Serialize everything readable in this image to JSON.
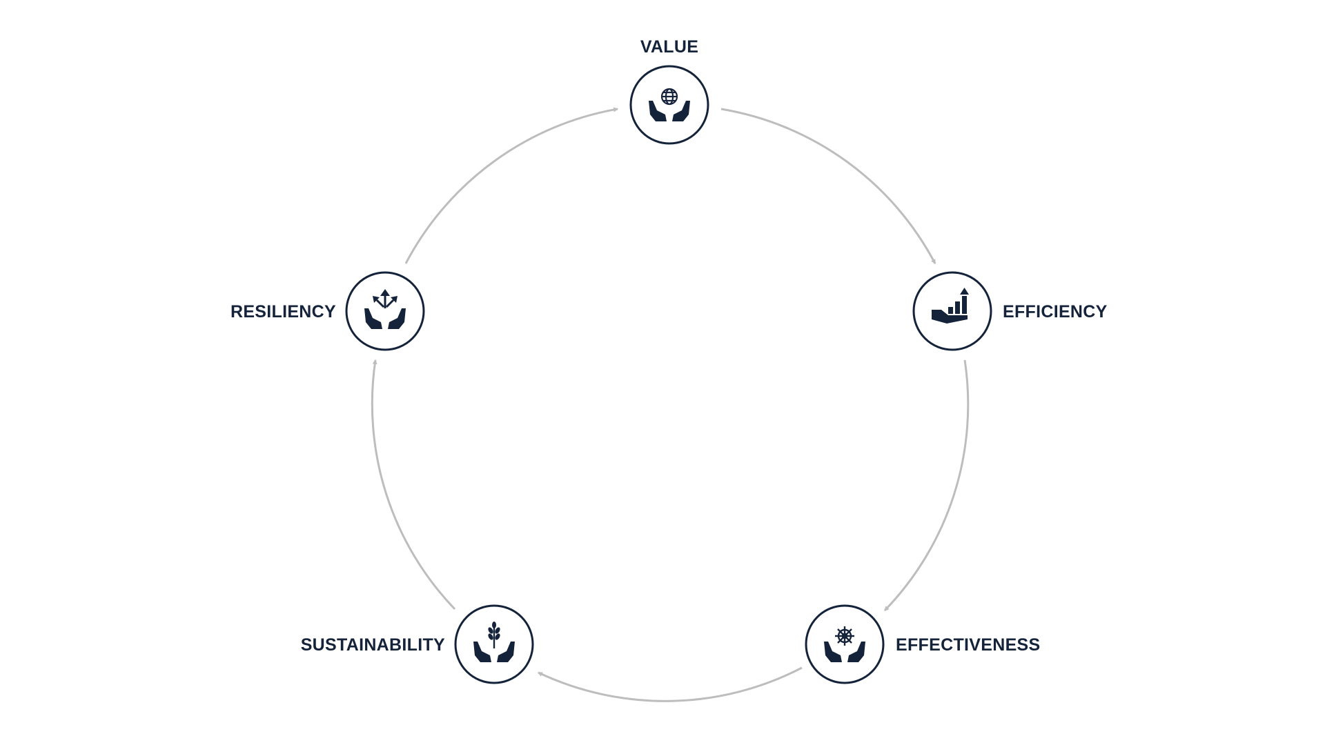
{
  "diagram": {
    "type": "cycle",
    "nodes": [
      {
        "id": "value",
        "label": "VALUE",
        "icon": "hands-globe-icon"
      },
      {
        "id": "efficiency",
        "label": "EFFICIENCY",
        "icon": "hand-growth-chart-icon"
      },
      {
        "id": "effectiveness",
        "label": "EFFECTIVENESS",
        "icon": "hands-ship-wheel-icon"
      },
      {
        "id": "sustainability",
        "label": "SUSTAINABILITY",
        "icon": "hands-wheat-icon"
      },
      {
        "id": "resiliency",
        "label": "RESILIENCY",
        "icon": "hands-arrows-icon"
      }
    ],
    "flow": [
      [
        "value",
        "efficiency"
      ],
      [
        "efficiency",
        "effectiveness"
      ],
      [
        "effectiveness",
        "sustainability"
      ],
      [
        "sustainability",
        "resiliency"
      ],
      [
        "resiliency",
        "value"
      ]
    ],
    "colors": {
      "ink": "#14233a",
      "arrow": "#bdbdbd",
      "background": "#ffffff"
    }
  }
}
